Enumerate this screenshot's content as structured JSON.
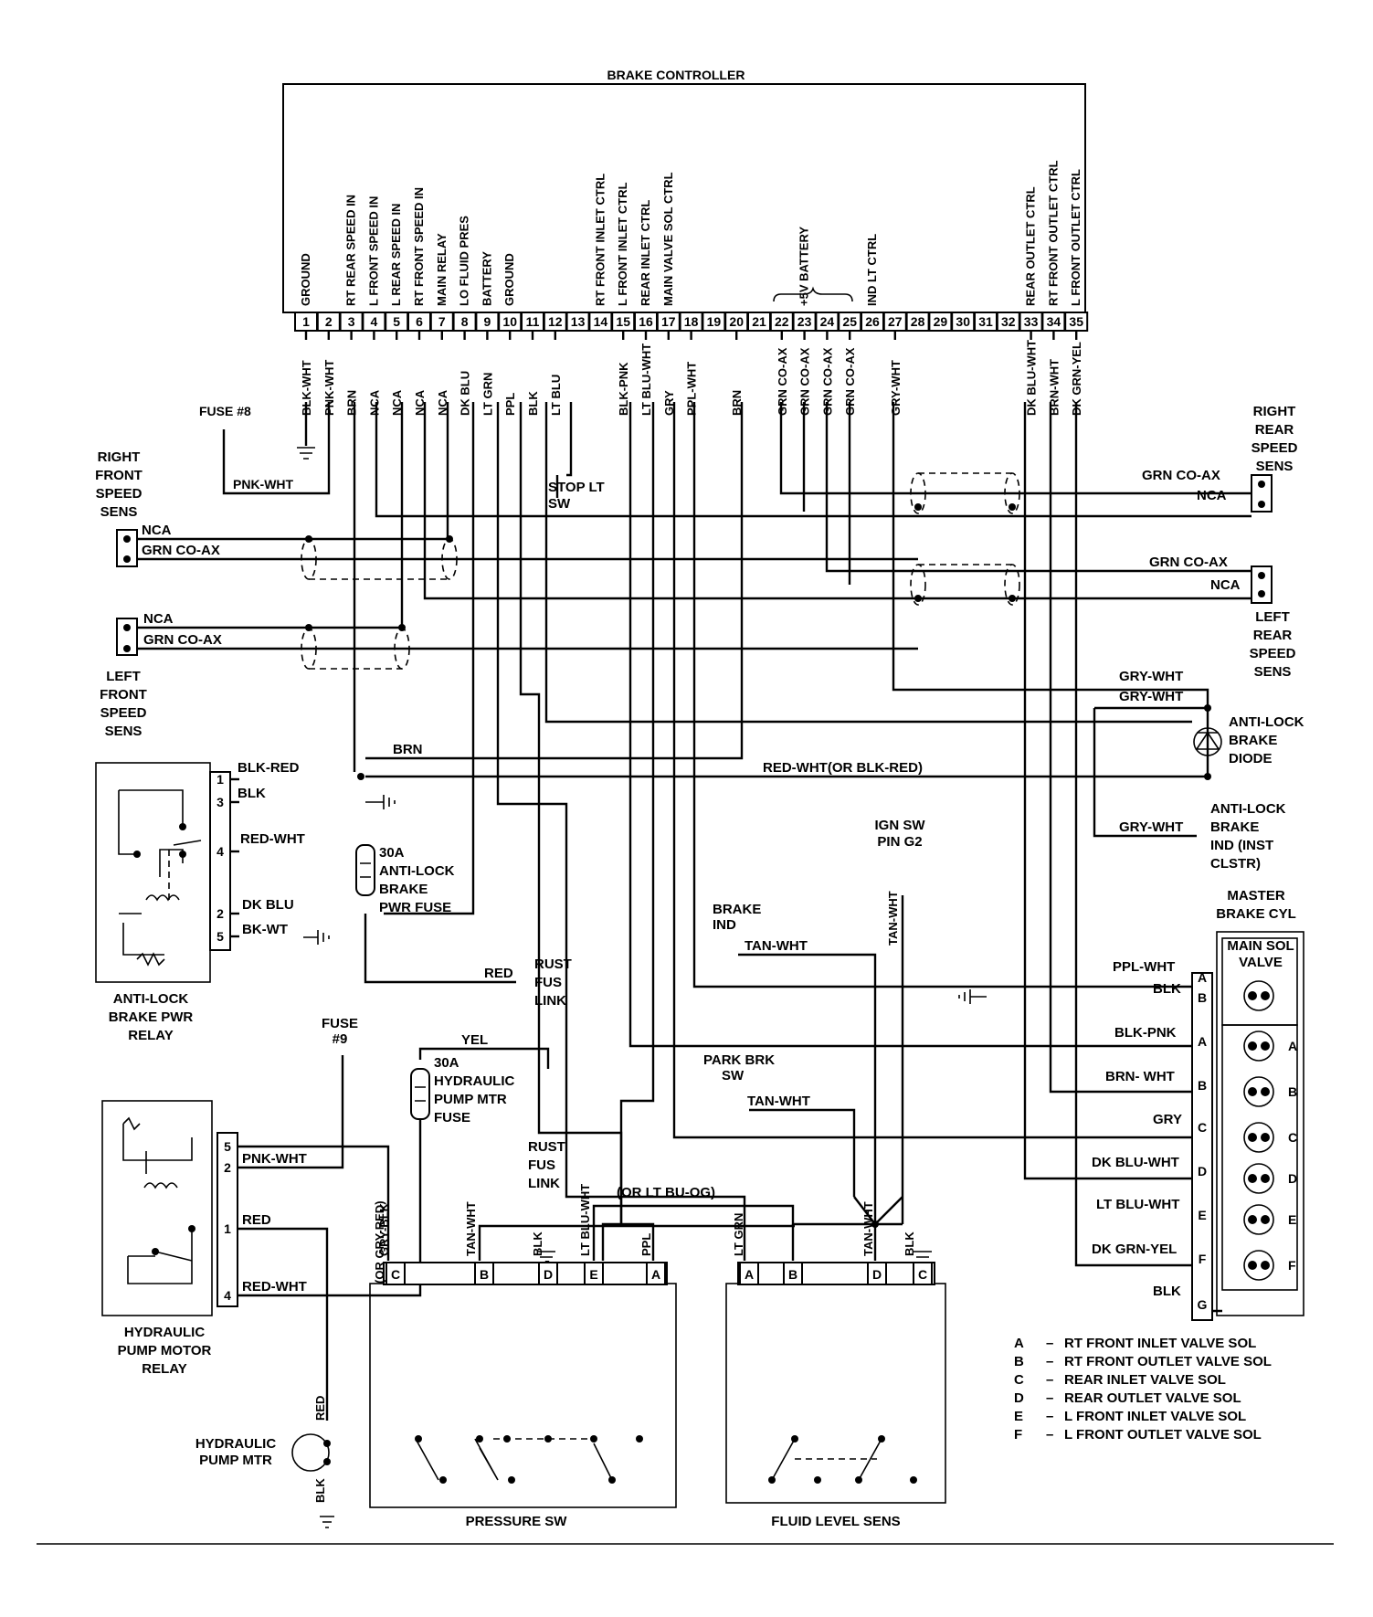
{
  "controller": {
    "title": "BRAKE CONTROLLER",
    "functions": [
      {
        "pin": 1,
        "label": "GROUND"
      },
      {
        "pin": 3,
        "label": "RT REAR SPEED IN"
      },
      {
        "pin": 4,
        "label": "L FRONT SPEED IN"
      },
      {
        "pin": 5,
        "label": "L REAR SPEED IN"
      },
      {
        "pin": 6,
        "label": "RT FRONT SPEED IN"
      },
      {
        "pin": 7,
        "label": "MAIN RELAY"
      },
      {
        "pin": 8,
        "label": "LO FLUID PRES"
      },
      {
        "pin": 9,
        "label": "BATTERY"
      },
      {
        "pin": 10,
        "label": "GROUND"
      },
      {
        "pin": 14,
        "label": "RT FRONT INLET CTRL"
      },
      {
        "pin": 15,
        "label": "L FRONT INLET CTRL"
      },
      {
        "pin": 16,
        "label": "REAR INLET CTRL"
      },
      {
        "pin": 17,
        "label": "MAIN VALVE SOL CTRL"
      },
      {
        "pin": 23,
        "label": "+5V BATTERY"
      },
      {
        "pin": 26,
        "label": "IND LT CTRL"
      },
      {
        "pin": 33,
        "label": "REAR OUTLET CTRL"
      },
      {
        "pin": 34,
        "label": "RT FRONT OUTLET CTRL"
      },
      {
        "pin": 35,
        "label": "L FRONT OUTLET CTRL"
      }
    ],
    "pins": [
      "1",
      "2",
      "3",
      "4",
      "5",
      "6",
      "7",
      "8",
      "9",
      "10",
      "11",
      "12",
      "13",
      "14",
      "15",
      "16",
      "17",
      "18",
      "19",
      "20",
      "21",
      "22",
      "23",
      "24",
      "25",
      "26",
      "27",
      "28",
      "29",
      "30",
      "31",
      "32",
      "33",
      "34",
      "35"
    ],
    "wires": [
      {
        "pin": 1,
        "color": "BLK-WHT"
      },
      {
        "pin": 2,
        "color": "PNK-WHT"
      },
      {
        "pin": 3,
        "color": "BRN"
      },
      {
        "pin": 4,
        "color": "NCA"
      },
      {
        "pin": 5,
        "color": "NCA"
      },
      {
        "pin": 6,
        "color": "NCA"
      },
      {
        "pin": 7,
        "color": "NCA"
      },
      {
        "pin": 8,
        "color": "DK BLU"
      },
      {
        "pin": 9,
        "color": "LT GRN"
      },
      {
        "pin": 10,
        "color": "PPL"
      },
      {
        "pin": 11,
        "color": "BLK"
      },
      {
        "pin": 12,
        "color": "LT BLU"
      },
      {
        "pin": 15,
        "color": "BLK-PNK"
      },
      {
        "pin": 16,
        "color": "LT BLU-WHT"
      },
      {
        "pin": 17,
        "color": "GRY"
      },
      {
        "pin": 18,
        "color": "PPL-WHT"
      },
      {
        "pin": 20,
        "color": "BRN"
      },
      {
        "pin": 22,
        "color": "GRN CO-AX"
      },
      {
        "pin": 23,
        "color": "GRN CO-AX"
      },
      {
        "pin": 24,
        "color": "GRN CO-AX"
      },
      {
        "pin": 25,
        "color": "GRN CO-AX"
      },
      {
        "pin": 27,
        "color": "GRY-WHT"
      },
      {
        "pin": 33,
        "color": "DK BLU-WHT"
      },
      {
        "pin": 34,
        "color": "BRN-WHT"
      },
      {
        "pin": 35,
        "color": "DK GRN-YEL"
      }
    ]
  },
  "labels": {
    "fuse8": "FUSE #8",
    "pnk_wht": "PNK-WHT",
    "stop_lt_sw": [
      "STOP LT",
      "SW"
    ],
    "rf_speed": [
      "RIGHT",
      "FRONT",
      "SPEED",
      "SENS"
    ],
    "rr_speed": [
      "RIGHT",
      "REAR",
      "SPEED",
      "SENS"
    ],
    "lf_speed": [
      "LEFT",
      "FRONT",
      "SPEED",
      "SENS"
    ],
    "lr_speed": [
      "LEFT",
      "REAR",
      "SPEED",
      "SENS"
    ],
    "nca": "NCA",
    "grn_coax": "GRN CO-AX",
    "gry_wht": "GRY-WHT",
    "diode": [
      "ANTI-LOCK",
      "BRAKE",
      "DIODE"
    ],
    "brn": "BRN",
    "blk_red": "BLK-RED",
    "blk": "BLK",
    "red_wht": "RED-WHT",
    "red_wht_or": "RED-WHT(OR BLK-RED)",
    "dk_blu": "DK BLU",
    "bk_wt": "BK-WT",
    "fuse30a": [
      "30A",
      "ANTI-LOCK",
      "BRAKE",
      "PWR FUSE"
    ],
    "relay_name": [
      "ANTI-LOCK",
      "BRAKE PWR",
      "RELAY"
    ],
    "ign_sw": [
      "IGN  SW",
      "PIN G2"
    ],
    "ind": [
      "ANTI-LOCK",
      "BRAKE",
      "IND (INST",
      "CLSTR)"
    ],
    "brake_ind": [
      "BRAKE",
      "IND"
    ],
    "tan_wht": "TAN-WHT",
    "red": "RED",
    "rust_link": [
      "RUST",
      "FUS",
      "LINK"
    ],
    "master": [
      "MASTER",
      "BRAKE CYL"
    ],
    "main_sol": [
      "MAIN SOL",
      "VALVE"
    ],
    "fuse9": [
      "FUSE",
      "#9"
    ],
    "yel": "YEL",
    "fuse_pump": [
      "30A",
      "HYDRAULIC",
      "PUMP MTR",
      "FUSE"
    ],
    "park_brk": [
      "PARK BRK",
      "SW"
    ],
    "or_lt_bu": "(OR LT BU-OG)",
    "or_gry_red": "(OR GRY-RED)",
    "gry_blk": "GRY-BLK",
    "lt_blu_wht": "LT BLU-WHT",
    "ppl": "PPL",
    "lt_grn": "LT GRN",
    "pump_relay": [
      "HYDRAULIC",
      "PUMP MOTOR",
      "RELAY"
    ],
    "pump_mtr": [
      "HYDRAULIC",
      "PUMP MTR"
    ],
    "pressure_sw": "PRESSURE SW",
    "fluid_sens": "FLUID LEVEL SENS",
    "ppl_wht": "PPL-WHT",
    "blk_pnk": "BLK-PNK",
    "brn_wht": "BRN- WHT",
    "gry": "GRY",
    "dk_blu_wht": "DK BLU-WHT",
    "lt_blu_wht2": "LT BLU-WHT",
    "dk_grn_yel": "DK GRN-YEL"
  },
  "legend": [
    {
      "key": "A",
      "text": "RT FRONT INLET VALVE SOL"
    },
    {
      "key": "B",
      "text": "RT FRONT OUTLET VALVE SOL"
    },
    {
      "key": "C",
      "text": "REAR INLET VALVE SOL"
    },
    {
      "key": "D",
      "text": "REAR OUTLET VALVE SOL"
    },
    {
      "key": "E",
      "text": "L FRONT  INLET   VALVE SOL"
    },
    {
      "key": "F",
      "text": "L FRONT OUTLET  VALVE SOL"
    }
  ],
  "master_pins": [
    "A",
    "B",
    "A",
    "B",
    "C",
    "D",
    "E",
    "F",
    "G"
  ],
  "pump_relay_pins": [
    "5",
    "2",
    "1",
    "4"
  ],
  "abs_relay_pins": [
    "1",
    "3",
    "4",
    "2",
    "5"
  ],
  "pressure_pins": [
    "C",
    "B",
    "D",
    "E",
    "A"
  ],
  "fluid_pins": [
    "A",
    "B",
    "D",
    "C"
  ]
}
